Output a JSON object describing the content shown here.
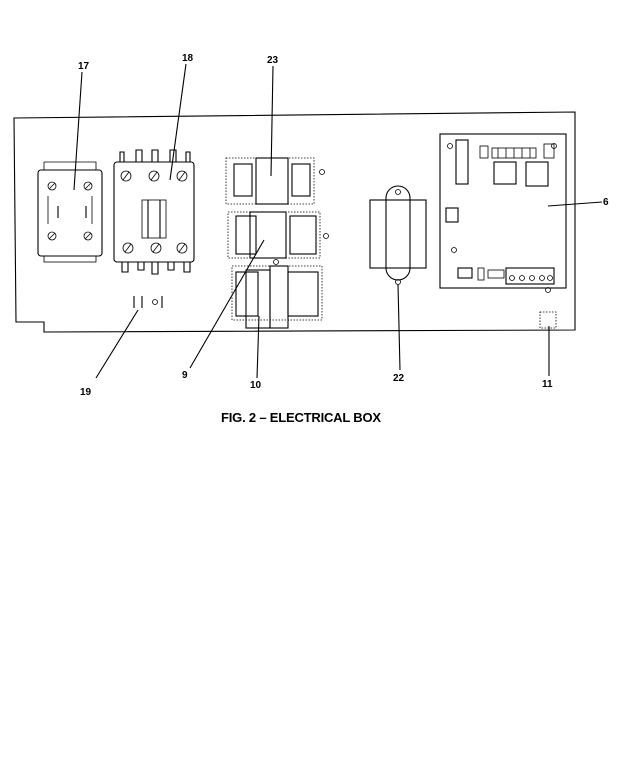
{
  "figure": {
    "caption": "FIG. 2 – ELECTRICAL BOX"
  },
  "callouts": [
    {
      "id": "17",
      "label": "17"
    },
    {
      "id": "18",
      "label": "18"
    },
    {
      "id": "23",
      "label": "23"
    },
    {
      "id": "6",
      "label": "6"
    },
    {
      "id": "19",
      "label": "19"
    },
    {
      "id": "9",
      "label": "9"
    },
    {
      "id": "10",
      "label": "10"
    },
    {
      "id": "22",
      "label": "22"
    },
    {
      "id": "11",
      "label": "11"
    }
  ],
  "colors": {
    "line": "#000000",
    "background": "#ffffff"
  }
}
